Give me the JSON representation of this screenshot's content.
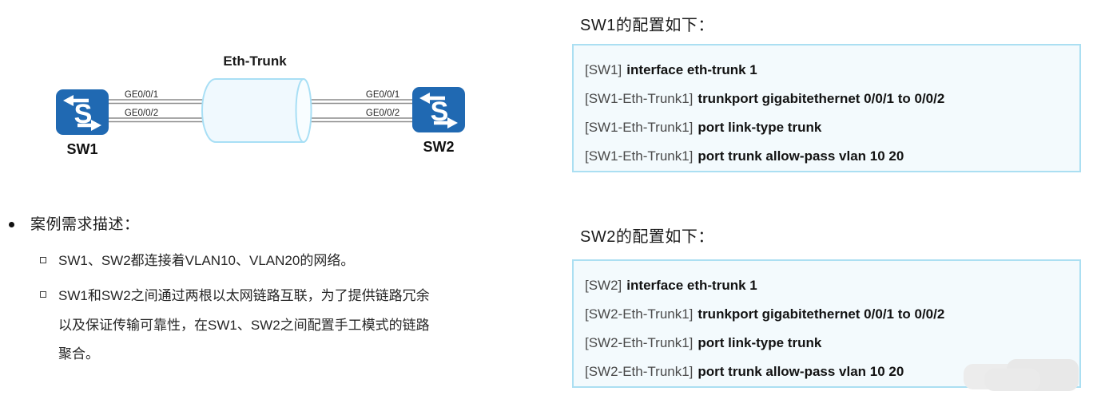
{
  "diagram": {
    "title": "Eth-Trunk",
    "sw1": {
      "label": "SW1",
      "icon_letter": "S"
    },
    "sw2": {
      "label": "SW2",
      "icon_letter": "S"
    },
    "left_links": [
      {
        "label": "GE0/0/1"
      },
      {
        "label": "GE0/0/2"
      }
    ],
    "right_links": [
      {
        "label": "GE0/0/1"
      },
      {
        "label": "GE0/0/2"
      }
    ],
    "colors": {
      "switch_blue": "#2069B2",
      "cylinder_stroke": "#A8DFF5",
      "cylinder_fill": "#F0F9FE",
      "link_gray": "#8C8C8C"
    }
  },
  "case": {
    "heading": "案例需求描述：",
    "bullet1": "SW1、SW2都连接着VLAN10、VLAN20的网络。",
    "bullet2_lines": [
      "SW1和SW2之间通过两根以太网链路互联，为了提供链路冗余",
      "以及保证传输可靠性，在SW1、SW2之间配置手工模式的链路",
      "聚合。"
    ]
  },
  "right": {
    "sw1_heading": "SW1的配置如下：",
    "sw1_box": {
      "lines": [
        {
          "prompt": "[SW1]",
          "command": "interface eth-trunk 1"
        },
        {
          "prompt": "[SW1-Eth-Trunk1]",
          "command": "trunkport gigabitethernet 0/0/1 to 0/0/2"
        },
        {
          "prompt": "[SW1-Eth-Trunk1]",
          "command": "port link-type trunk"
        },
        {
          "prompt": "[SW1-Eth-Trunk1]",
          "command": "port trunk allow-pass vlan 10 20"
        }
      ]
    },
    "sw2_heading": "SW2的配置如下：",
    "sw2_box": {
      "lines": [
        {
          "prompt": "[SW2]",
          "command": "interface eth-trunk 1"
        },
        {
          "prompt": "[SW2-Eth-Trunk1]",
          "command": "trunkport gigabitethernet 0/0/1 to 0/0/2"
        },
        {
          "prompt": "[SW2-Eth-Trunk1]",
          "command": "port link-type trunk"
        },
        {
          "prompt": "[SW2-Eth-Trunk1]",
          "command": "port trunk allow-pass vlan 10 20"
        }
      ]
    },
    "box_colors": {
      "fill": "#F3FAFD",
      "border": "#ABDFF2"
    }
  }
}
